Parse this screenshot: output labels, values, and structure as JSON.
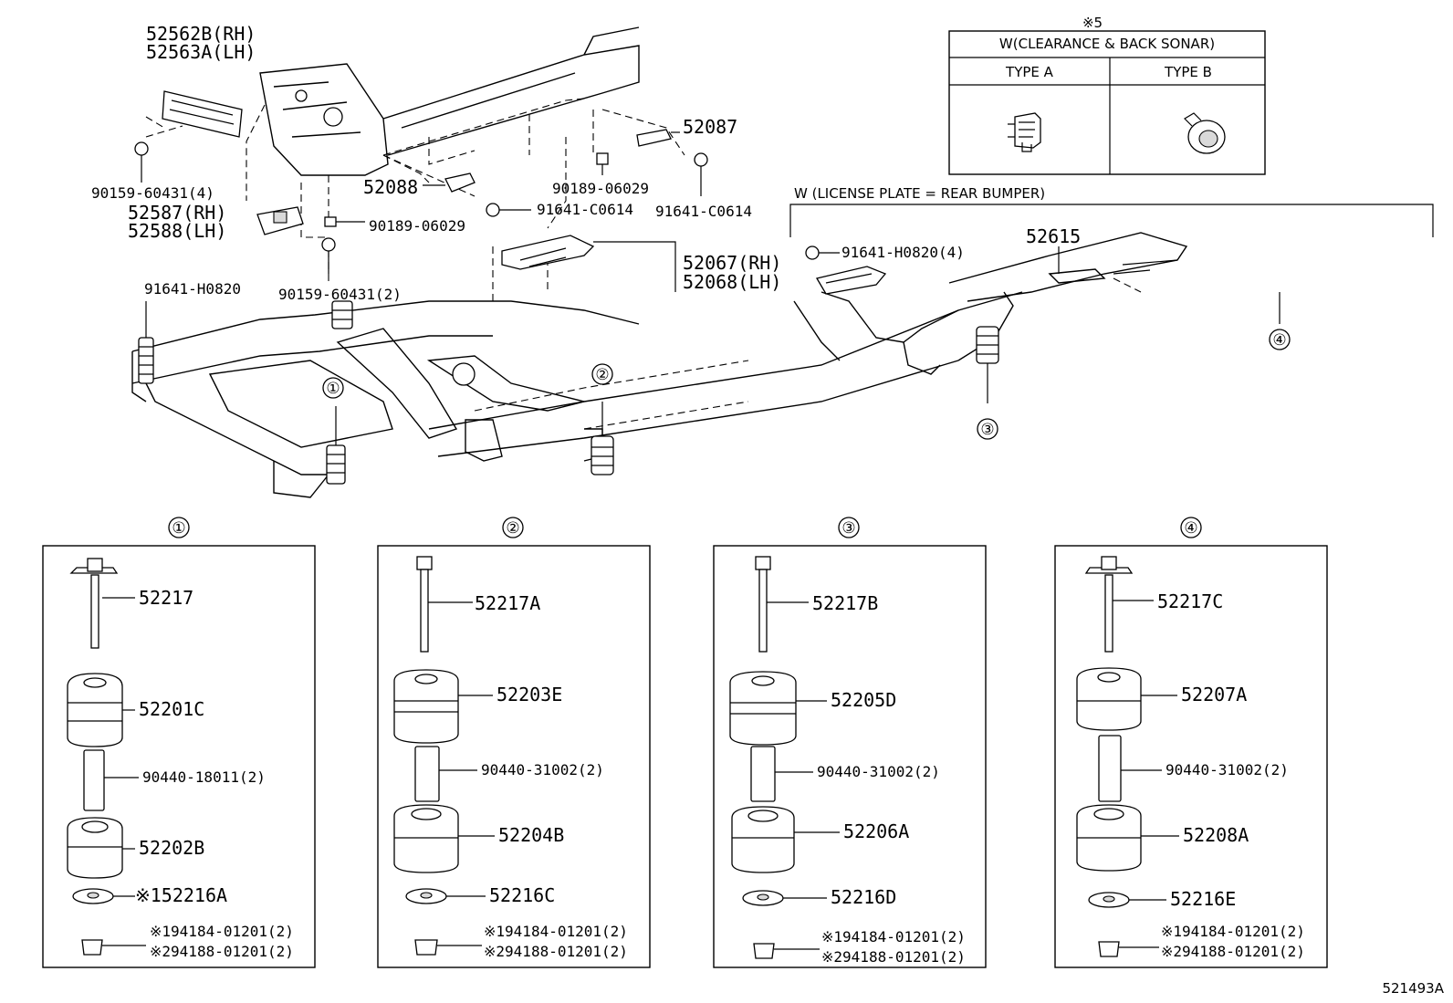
{
  "diagram_id": "521493A",
  "sonar_table": {
    "note_mark": "※5",
    "header": "W(CLEARANCE & BACK SONAR)",
    "col_a": "TYPE A",
    "col_b": "TYPE B"
  },
  "license_note": "W (LICENSE PLATE = REAR BUMPER)",
  "top_callouts": {
    "p52562b": "52562B(RH)",
    "p52563a": "52563A(LH)",
    "p90159_4": "90159-60431(4)",
    "p52587": "52587(RH)",
    "p52588": "52588(LH)",
    "p52088": "52088",
    "p52087": "52087",
    "p90189_a": "90189-06029",
    "p90189_b": "90189-06029",
    "p91641_c0614_a": "91641-C0614",
    "p91641_c0614_b": "91641-C0614",
    "p91641_h0820": "91641-H0820",
    "p90159_2": "90159-60431(2)",
    "p52067": "52067(RH)",
    "p52068": "52068(LH)",
    "p91641_h0820_4": "91641-H0820(4)",
    "p52615": "52615"
  },
  "markers": {
    "m1": "①",
    "m2": "②",
    "m3": "③",
    "m4": "④"
  },
  "mounts": [
    {
      "marker": "①",
      "bolt": "52217",
      "upper": "52201C",
      "sleeve": "90440-18011(2)",
      "lower": "52202B",
      "washer": "※152216A",
      "nut1": "※194184-01201(2)",
      "nut2": "※294188-01201(2)"
    },
    {
      "marker": "②",
      "bolt": "52217A",
      "upper": "52203E",
      "sleeve": "90440-31002(2)",
      "lower": "52204B",
      "washer": "52216C",
      "nut1": "※194184-01201(2)",
      "nut2": "※294188-01201(2)"
    },
    {
      "marker": "③",
      "bolt": "52217B",
      "upper": "52205D",
      "sleeve": "90440-31002(2)",
      "lower": "52206A",
      "washer": "52216D",
      "nut1": "※194184-01201(2)",
      "nut2": "※294188-01201(2)"
    },
    {
      "marker": "④",
      "bolt": "52217C",
      "upper": "52207A",
      "sleeve": "90440-31002(2)",
      "lower": "52208A",
      "washer": "52216E",
      "nut1": "※194184-01201(2)",
      "nut2": "※294188-01201(2)"
    }
  ]
}
